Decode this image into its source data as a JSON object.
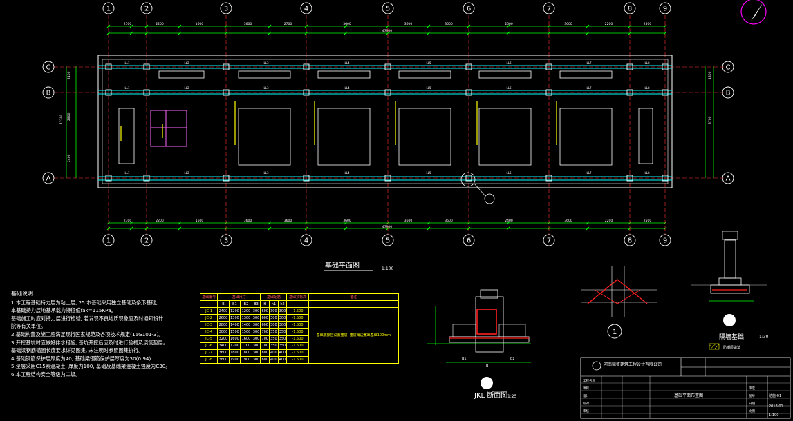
{
  "grid": {
    "columns": [
      "1",
      "2",
      "3",
      "4",
      "5",
      "6",
      "7",
      "8",
      "9"
    ],
    "rows": [
      "A",
      "B",
      "C"
    ]
  },
  "dims": {
    "top": [
      "2500",
      "2200",
      "1600",
      "3600",
      "2700",
      "3600",
      "3600",
      "3600",
      "2500",
      "3600",
      "2200",
      "2500"
    ],
    "bottom": [
      "2300",
      "2200",
      "1600",
      "3600",
      "3600",
      "3600",
      "3600",
      "3600",
      "2400",
      "3600",
      "2200",
      "2500"
    ],
    "total_top": "47900",
    "total_bottom": "47900",
    "left": [
      "2100",
      "2800",
      "2400"
    ],
    "left_total": "12300",
    "right": [
      "1800",
      "8700"
    ]
  },
  "beam_labels": {
    "top_row": [
      "LL1",
      "LL2",
      "LL3",
      "LL4",
      "LL5",
      "LL6",
      "LL7",
      "LL8"
    ],
    "mid_row": [
      "LL1",
      "LL2",
      "LL3",
      "LL4",
      "LL5",
      "LL6",
      "LL7",
      "LL8"
    ],
    "bottom_row": [
      "LL1",
      "LL2",
      "LL3",
      "LL4",
      "LL5",
      "LL6",
      "LL7",
      "LL8"
    ]
  },
  "plan_title": "基础平面图",
  "plan_scale": "1:100",
  "notes": {
    "title": "基础说明",
    "lines": [
      "1.本工程基础持力层为粘土层, 25.本基础采用独立基础及条形基础,",
      "  本基础持力层地基承载力特征值fak=115KPa。",
      "  基础施工时应对持力层进行检验, 若发现不良地质现象应及时通知设计",
      "  院等有关单位。",
      "2.基础构造及施工应满足现行国家规范及各项技术规定(16G101-3)。",
      "3.开挖基坑时应做好排水措施, 基坑开挖后应及时进行验槽及浇筑垫层。",
      "  基础梁钢筋锚固长度要求详见图集, 未注明时参照图集执行。",
      "4.基础钢筋保护层厚度为40, 基础梁钢筋保护层厚度为30(0.94)",
      "5.垫层采用C15素混凝土, 厚度为100, 基础及基础梁混凝土强度为C30。",
      "6.本工程结构安全等级为二级。"
    ]
  },
  "table": {
    "header": [
      "基础编号",
      "基础尺寸",
      "",
      "",
      "",
      "基础配筋",
      "",
      "",
      "基础顶标高",
      "备注"
    ],
    "sub_header": [
      "",
      "B",
      "B1",
      "B2",
      "B3",
      "H",
      "h1",
      "h2",
      "",
      ""
    ],
    "rows": [
      [
        "JC-1",
        "2400",
        "1200",
        "1200",
        "300",
        "600",
        "300",
        "300",
        "-1.500",
        ""
      ],
      [
        "JC-2",
        "2600",
        "1300",
        "1300",
        "300",
        "600",
        "300",
        "300",
        "-1.500",
        ""
      ],
      [
        "JC-3",
        "2800",
        "1400",
        "1400",
        "300",
        "600",
        "300",
        "300",
        "-1.500",
        ""
      ],
      [
        "JC-4",
        "3000",
        "1500",
        "1500",
        "300",
        "700",
        "350",
        "350",
        "-1.500",
        ""
      ],
      [
        "JC-5",
        "3200",
        "1600",
        "1600",
        "300",
        "700",
        "350",
        "350",
        "-1.500",
        ""
      ],
      [
        "JC-6",
        "3400",
        "1700",
        "1700",
        "300",
        "700",
        "350",
        "350",
        "-1.500",
        ""
      ],
      [
        "JC-7",
        "3600",
        "1800",
        "1800",
        "300",
        "800",
        "400",
        "400",
        "-1.500",
        ""
      ],
      [
        "JC-8",
        "3800",
        "1900",
        "1900",
        "300",
        "800",
        "400",
        "400",
        "-1.500",
        ""
      ]
    ],
    "remark": "基础底部应设置垫层, 垫层每边宽出基础100mm"
  },
  "section_jkl": {
    "title": "JKL 断面图",
    "scale": "1:25",
    "labels": [
      "B",
      "B1",
      "B2"
    ]
  },
  "detail_1": {
    "label": "1"
  },
  "detail_wall": {
    "title": "隔墙基础",
    "scale": "1:30",
    "legend": "防潮层做法"
  },
  "title_block": {
    "company": "河南鼎盛建筑工程设计有限公司",
    "drawing_title": "基础平面布置图",
    "fields": [
      "工程名称",
      "项目",
      "设计",
      "校对",
      "审核",
      "审定",
      "图号",
      "日期",
      "比例"
    ],
    "values": [
      "",
      "",
      "",
      "",
      "",
      "",
      "结施-01",
      "2018.01",
      "1:100"
    ]
  },
  "colors": {
    "background": "#000000",
    "grid": "#ff3333",
    "dim": "#00ff00",
    "beam": "#00ffff",
    "text": "#ffffff",
    "annotation": "#ffff00",
    "accent": "#ff00ff"
  },
  "icons": [
    "north-arrow-icon"
  ]
}
